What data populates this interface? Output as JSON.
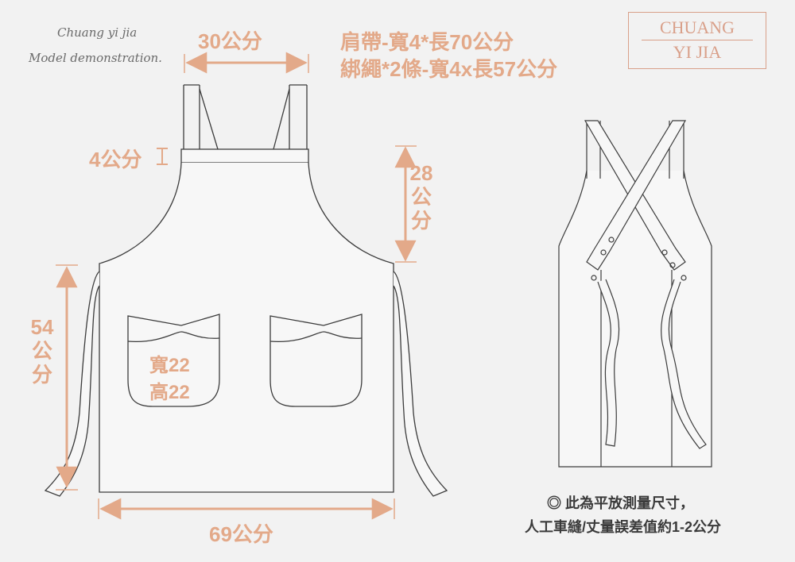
{
  "brand": {
    "script_line1": "Chuang yi jia",
    "script_line2": "Model demonstration.",
    "logo_line1": "CHUANG",
    "logo_line2": "YI JIA"
  },
  "strap_info": {
    "line1": "肩帶-寬4*長70公分",
    "line2": "綁繩*2條-寬4x長57公分"
  },
  "dimensions": {
    "top_width": "30公分",
    "strap_width": "4公分",
    "bib_height": [
      "28",
      "公",
      "分"
    ],
    "body_length": [
      "54",
      "公",
      "分"
    ],
    "bottom_width": "69公分"
  },
  "pocket": {
    "width": "寬22",
    "height": "高22"
  },
  "note": {
    "line1": "◎ 此為平放測量尺寸，",
    "line2": "人工車縫/丈量誤差值約1-2公分"
  },
  "colors": {
    "background": "#f2f2f2",
    "accent": "#e3a989",
    "outline": "#3c3c3c"
  }
}
